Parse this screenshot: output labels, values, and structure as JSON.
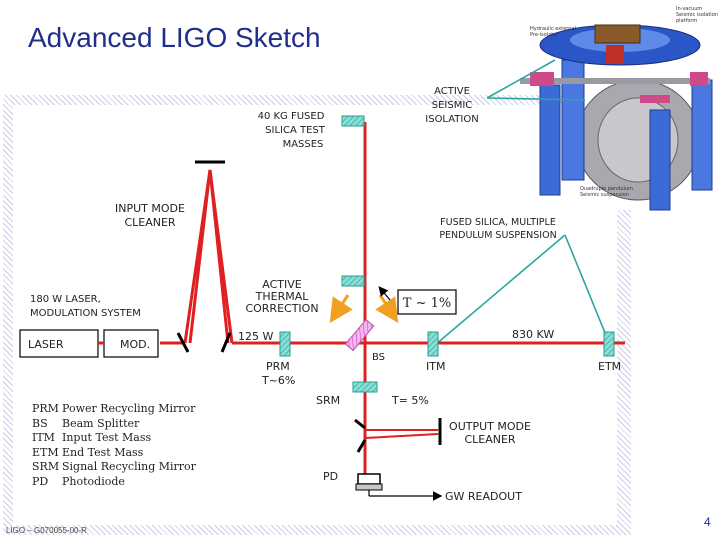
{
  "slide": {
    "title": "Advanced LIGO Sketch",
    "footer": "LIGO – G070055-00-R",
    "page_number": "4"
  },
  "labels": {
    "test_masses": [
      "40 KG FUSED",
      "SILICA TEST",
      "MASSES"
    ],
    "seismic": [
      "ACTIVE",
      "SEISMIC",
      "ISOLATION"
    ],
    "suspension": [
      "FUSED SILICA, MULTIPLE",
      "PENDULUM SUSPENSION"
    ],
    "imc": [
      "INPUT  MODE",
      "CLEANER"
    ],
    "laser_system": [
      "180 W LASER,",
      "MODULATION SYSTEM"
    ],
    "thermal": [
      "ACTIVE",
      "THERMAL",
      "CORRECTION"
    ],
    "transmission": "T ~ 1%",
    "laser": "LASER",
    "mod": "MOD.",
    "power_125": "125 W",
    "bs": "BS",
    "prm": "PRM",
    "prm_t": "T~6%",
    "itm": "ITM",
    "etm": "ETM",
    "power_830": "830 KW",
    "srm": "SRM",
    "srm_t": "T= 5%",
    "omc": [
      "OUTPUT  MODE",
      "CLEANER"
    ],
    "pd": "PD",
    "readout": "GW  READOUT"
  },
  "photo_captions": {
    "top": [
      "Hydraulic external",
      "Pre-isolator"
    ],
    "right": [
      "In-vacuum",
      "Seismic isolation",
      "platform"
    ],
    "bottom": [
      "Quadruple pendulum",
      "Seismic suspension"
    ]
  },
  "legend": [
    {
      "abbr": "PRM",
      "text": "Power Recycling Mirror"
    },
    {
      "abbr": "BS",
      "text": "Beam Splitter"
    },
    {
      "abbr": "ITM",
      "text": "Input Test Mass"
    },
    {
      "abbr": "ETM",
      "text": "End Test Mass"
    },
    {
      "abbr": "SRM",
      "text": "Signal Recycling Mirror"
    },
    {
      "abbr": "PD",
      "text": "Photodiode"
    }
  ],
  "colors": {
    "beam": "#e02020",
    "optic": "#86e0d8",
    "optic_hatch": "#2a9a90",
    "bs": "#e07ad8",
    "title": "#1f2f8a",
    "frame_hatch": "#c9cfe6",
    "pointer": "#2aa6a0",
    "arrow": "#f0a020"
  }
}
